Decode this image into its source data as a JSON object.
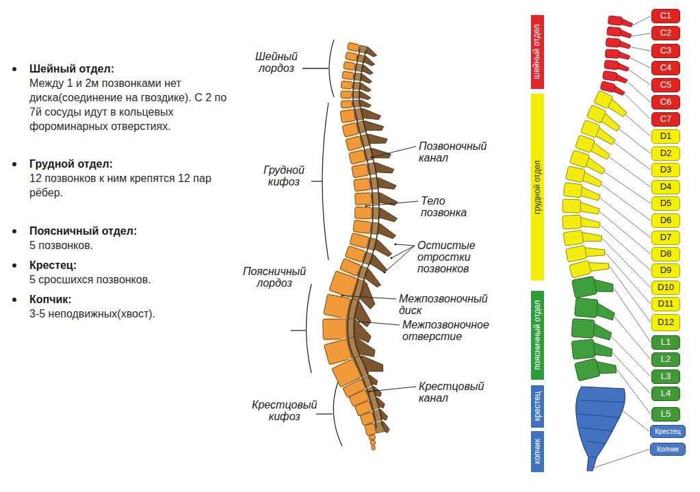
{
  "diagram": {
    "nodes": [
      {
        "text": [
          "шейный отдел"
        ]
      },
      {
        "text": [
          "грудной отдел"
        ]
      },
      {
        "text": [
          "поясничный отдел"
        ]
      },
      {
        "text": [
          "крестец"
        ]
      },
      {
        "text": [
          "копчик"
        ]
      },
      {
        "text": [
          "C1"
        ]
      },
      {
        "text": [
          "C2"
        ]
      },
      {
        "text": [
          "C3"
        ]
      },
      {
        "text": [
          "C4"
        ]
      },
      {
        "text": [
          "C5"
        ]
      },
      {
        "text": [
          "C6"
        ]
      },
      {
        "text": [
          "C7"
        ]
      },
      {
        "text": [
          "D1"
        ]
      },
      {
        "text": [
          "D2"
        ]
      },
      {
        "text": [
          "D3"
        ]
      },
      {
        "text": [
          "D4"
        ]
      },
      {
        "text": [
          "D5"
        ]
      },
      {
        "text": [
          "D6"
        ]
      },
      {
        "text": [
          "D7"
        ]
      },
      {
        "text": [
          "D8"
        ]
      },
      {
        "text": [
          "D9"
        ]
      },
      {
        "text": [
          "D10"
        ]
      },
      {
        "text": [
          "D11"
        ]
      },
      {
        "text": [
          "D12"
        ]
      },
      {
        "text": [
          "L1"
        ]
      },
      {
        "text": [
          "L2"
        ]
      },
      {
        "text": [
          "L3"
        ]
      },
      {
        "text": [
          "L4"
        ]
      },
      {
        "text": [
          "L5"
        ]
      },
      {
        "text": [
          "Крестец"
        ]
      },
      {
        "text": [
          "Копчик"
        ]
      }
    ],
    "labels": [
      "Шейный отдел:",
      "Между 1 и 2м позвонками нет диска(соединение на гвоздике). С 2 по 7й сосуды идут в кольцевых фороминарных отверстиях.",
      "Грудной отдел:",
      "12 позвонков к ним крепятся 12 пар рёбер.",
      "Поясничный отдел:",
      "5 позвонков.",
      "Крестец:",
      "5 сросшихся позвонков.",
      "Копчик:",
      "3-5 неподвижных(хвост).",
      "Шейный лордоз",
      "Грудной кифоз",
      "Позвоночный канал",
      "Тело позвонка",
      "Остистые отростки позвонков",
      "Поясничный лордоз",
      "Межпозвоночный диск",
      "Межпозвоночное отверстие",
      "Крестцовый канал",
      "Крестцовый кифоз"
    ]
  }
}
